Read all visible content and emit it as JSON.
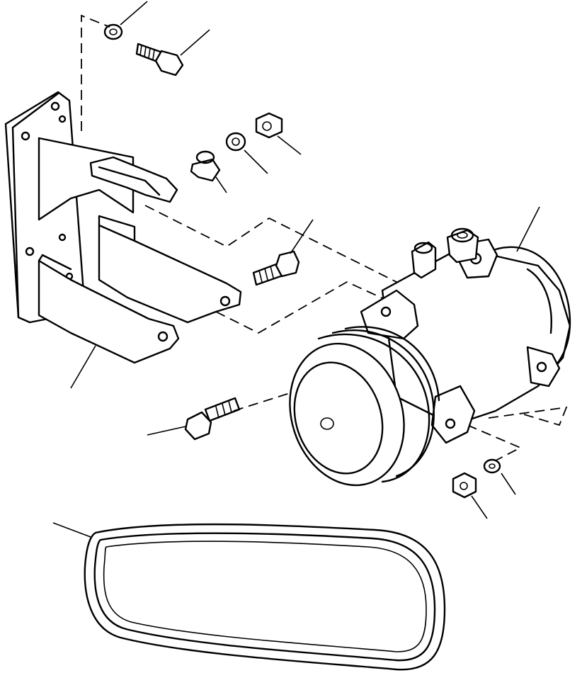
{
  "diagram": {
    "parts": [
      {
        "id": "lock-washer-top",
        "icon": "lock-washer-icon"
      },
      {
        "id": "bolt-top",
        "icon": "bolt-icon"
      },
      {
        "id": "mounting-bracket",
        "icon": "bracket-icon"
      },
      {
        "id": "bushing",
        "icon": "bushing-icon"
      },
      {
        "id": "flat-washer",
        "icon": "washer-icon"
      },
      {
        "id": "hex-nut-top",
        "icon": "nut-icon"
      },
      {
        "id": "bolt-center",
        "icon": "bolt-icon"
      },
      {
        "id": "compressor",
        "icon": "compressor-icon"
      },
      {
        "id": "bolt-lower",
        "icon": "bolt-icon"
      },
      {
        "id": "hex-nut-bottom",
        "icon": "nut-icon"
      },
      {
        "id": "lock-washer-bottom",
        "icon": "lock-washer-icon"
      },
      {
        "id": "drive-belt",
        "icon": "belt-icon"
      }
    ],
    "line_color": "#000000",
    "background": "#ffffff"
  }
}
